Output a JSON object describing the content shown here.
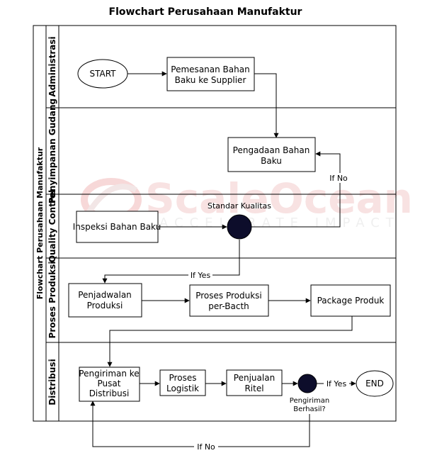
{
  "title": "Flowchart Perusahaan Manufaktur",
  "pool_label": "Flowchart Perusahaan Manufaktur",
  "lanes": [
    {
      "id": "admin",
      "label": "Administrasi"
    },
    {
      "id": "gudang",
      "label": "Penyimpanan Gudang"
    },
    {
      "id": "qc",
      "label": "Quality Control"
    },
    {
      "id": "produksi",
      "label": "Proses Produksi"
    },
    {
      "id": "distribusi",
      "label": "Distribusi"
    }
  ],
  "nodes": {
    "start": "START",
    "pemesanan": [
      "Pemesanan Bahan",
      "Baku ke Supplier"
    ],
    "pengadaan": [
      "Pengadaan Bahan",
      "Baku"
    ],
    "inspeksi": "Inspeksi Bahan Baku",
    "standar_caption": "Standar Kualitas",
    "penjadwalan": [
      "Penjadwalan",
      "Produksi"
    ],
    "proses_produksi": [
      "Proses Produksi",
      "per-Bacth"
    ],
    "package": "Package Produk",
    "pengiriman_pusat": [
      "Pengiriman ke",
      "Pusat",
      "Distribusi"
    ],
    "proses_logistik": [
      "Proses",
      "Logistik"
    ],
    "penjualan": [
      "Penjualan",
      "Ritel"
    ],
    "pengiriman_caption": [
      "Pengiriman",
      "Berhasil?"
    ],
    "end": "END"
  },
  "edge_labels": {
    "qc_no": "If No",
    "qc_yes": "If Yes",
    "ship_yes": "If Yes",
    "ship_no": "If No"
  },
  "watermark": {
    "brand": "ScaleOcean",
    "tagline": "ACCELERATE IMPACT"
  },
  "colors": {
    "decision_fill": "#0d0d2b",
    "line": "#000000",
    "watermark": "#f2c9c9"
  }
}
